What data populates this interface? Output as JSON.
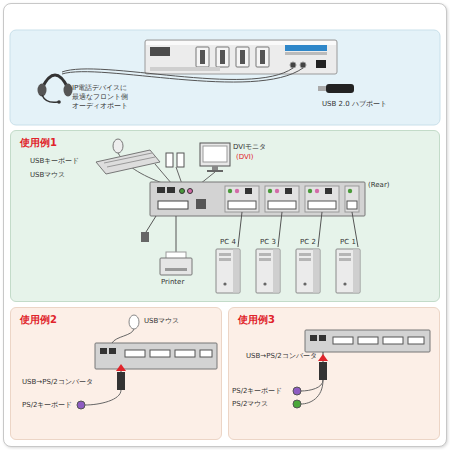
{
  "diagram": {
    "nodes": [
      {
        "text": [
          "使用例1"
        ]
      },
      {
        "text": [
          "PC 4"
        ],
        "in": 0
      },
      {
        "text": [
          "PC 3"
        ],
        "in": 0
      },
      {
        "text": [
          "PC 2"
        ],
        "in": 0
      },
      {
        "text": [
          "PC 1"
        ],
        "in": 0
      },
      {
        "text": [
          "使用例2"
        ]
      },
      {
        "text": [
          "使用例3"
        ]
      }
    ],
    "labels": [
      "IP電話デバイスに 最適なフロント側 オーディオポート",
      "USB 2.0 ハブポート",
      "USBキーボード",
      "USBマウス",
      "DVIモニタ",
      "(DVI)",
      "(Rear)",
      "Printer",
      "USBマウス",
      "USB→PS/2コンバータ",
      "PS/2キーボード",
      "USB→PS/2コンバータ",
      "PS/2キーボード",
      "PS/2マウス"
    ]
  }
}
